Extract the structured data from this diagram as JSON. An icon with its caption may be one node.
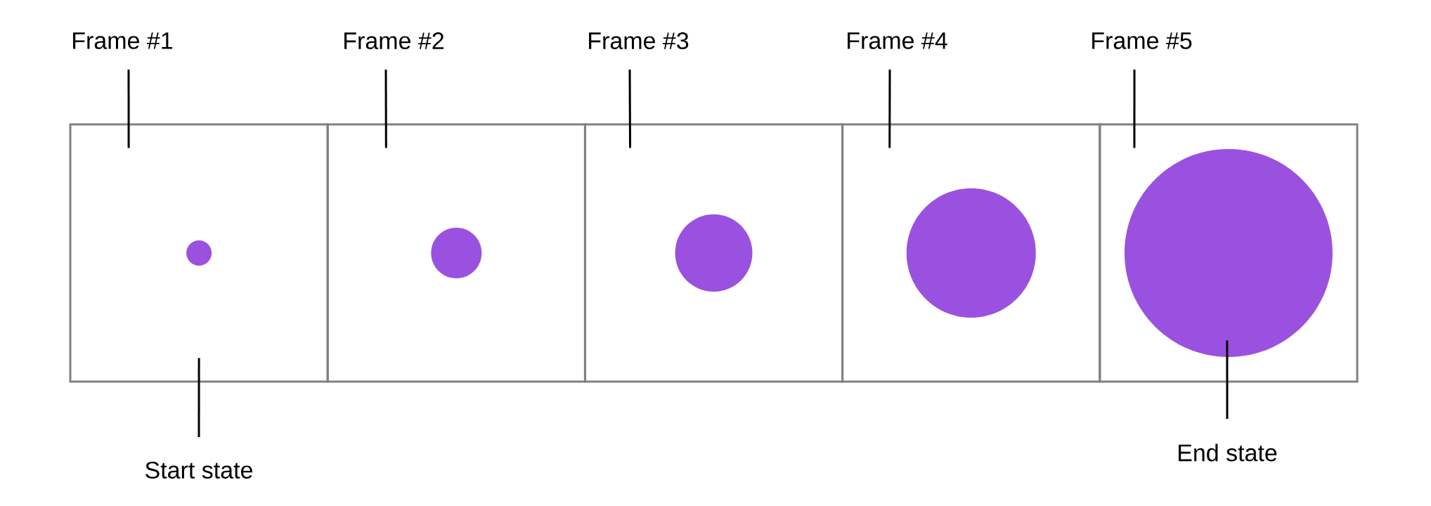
{
  "diagram": {
    "nodes": [
      {
        "text": [
          "Frame #1"
        ]
      },
      {
        "text": [
          "Frame #2"
        ]
      },
      {
        "text": [
          "Frame #3"
        ]
      },
      {
        "text": [
          "Frame #4"
        ]
      },
      {
        "text": [
          "Frame #5"
        ]
      },
      {
        "text": [],
        "shape": "box"
      },
      {
        "text": [],
        "shape": "box"
      },
      {
        "text": [],
        "shape": "box"
      },
      {
        "text": [],
        "shape": "box"
      },
      {
        "text": [],
        "shape": "box"
      },
      {
        "text": [],
        "shape": "circle",
        "in": 5
      },
      {
        "text": [],
        "shape": "circle",
        "in": 6
      },
      {
        "text": [],
        "shape": "circle",
        "in": 7
      },
      {
        "text": [],
        "shape": "circle",
        "in": 8
      },
      {
        "text": [],
        "shape": "circle",
        "in": 9
      },
      {
        "text": [
          "Start state"
        ]
      },
      {
        "text": [
          "End state"
        ]
      }
    ],
    "edges": [
      {
        "from": 0,
        "to": 5,
        "arrow": "none"
      },
      {
        "from": 1,
        "to": 6,
        "arrow": "none"
      },
      {
        "from": 2,
        "to": 7,
        "arrow": "none"
      },
      {
        "from": 3,
        "to": 8,
        "arrow": "none"
      },
      {
        "from": 4,
        "to": 9,
        "arrow": "none"
      },
      {
        "from": 15,
        "to": 5,
        "arrow": "none"
      },
      {
        "from": 16,
        "to": 9,
        "arrow": "none"
      }
    ]
  }
}
